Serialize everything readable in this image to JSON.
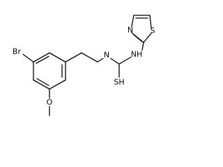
{
  "molecule": {
    "atom_labels": {
      "bromine": "Br",
      "methoxy_oxygen": "O",
      "amine_nitrogen": "N",
      "thioamide_nh": "NH",
      "thiol": "SH",
      "thiazole_nitrogen": "N",
      "thiazole_sulfur": "S"
    }
  }
}
